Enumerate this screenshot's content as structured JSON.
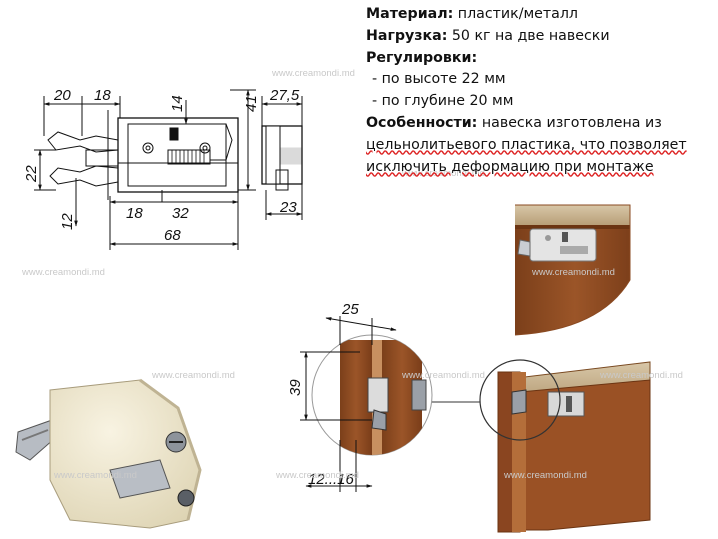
{
  "specs": {
    "material_label": "Материал:",
    "material_value": "пластик/металл",
    "load_label": "Нагрузка:",
    "load_value": "50 кг на две навески",
    "adjust_label": "Регулировки:",
    "adjust_height": "- по высоте 22 мм",
    "adjust_depth": "- по глубине 20 мм",
    "features_label": "Особенности:",
    "features_value_1": "навеска изготовлена из",
    "features_value_2": "цельнолитьевого пластика, что позволяет",
    "features_value_3": "исключить деформацию при монтаже"
  },
  "watermark": "www.creamondi.md",
  "dimensions": {
    "d20": "20",
    "d18_top": "18",
    "d14": "14",
    "d41": "41",
    "d27_5": "27,5",
    "d22": "22",
    "d12": "12",
    "d18_bottom": "18",
    "d32": "32",
    "d68": "68",
    "d23": "23",
    "d25": "25",
    "d39": "39",
    "d12_16": "12...16"
  },
  "colors": {
    "wood": "#8a4a22",
    "wood_dark": "#6b3412",
    "wood_light": "#b5703e",
    "plastic": "#ece5cc",
    "metal": "#9aa0a8"
  }
}
